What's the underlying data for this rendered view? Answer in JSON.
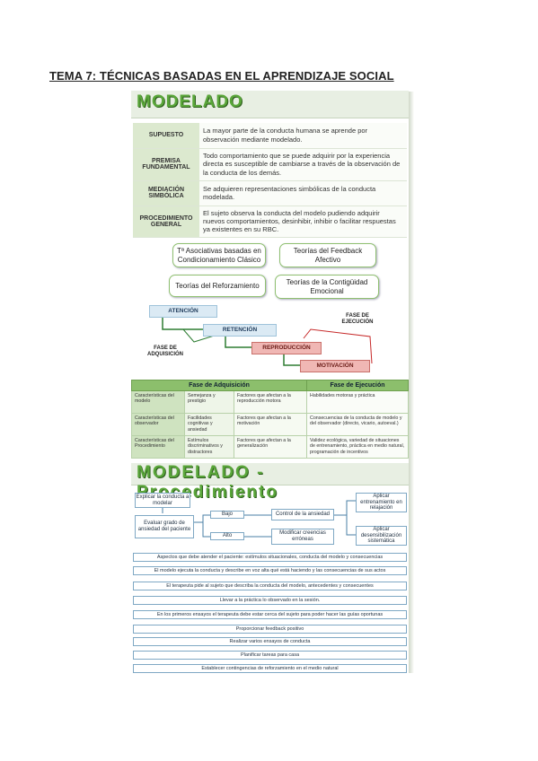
{
  "page_title": "TEMA 7: TÉCNICAS BASADAS EN EL APRENDIZAJE SOCIAL",
  "modelado": {
    "title": "MODELADO",
    "rows": [
      {
        "key": "SUPUESTO",
        "value": "La mayor parte de la conducta humana se aprende por observación mediante modelado."
      },
      {
        "key": "PREMISA FUNDAMENTAL",
        "value": "Todo comportamiento que se puede adquirir por la experiencia directa es susceptible de cambiarse a través de la observación de la conducta de los demás."
      },
      {
        "key": "MEDIACIÓN SIMBÓLICA",
        "value": "Se adquieren representaciones simbólicas de la conducta modelada."
      },
      {
        "key": "PROCEDIMIENTO GENERAL",
        "value": "El sujeto observa la conducta del modelo pudiendo adquirir nuevos comportamientos, desinhibir, inhibir o facilitar respuestas ya existentes en su RBC."
      }
    ]
  },
  "teorias": [
    "Tª Asociativas basadas en Condicionamiento Clásico",
    "Teorías del Feedback Afectivo",
    "Teorías del Reforzamiento",
    "Teorías de la Contigüidad Emocional"
  ],
  "fases": {
    "atencion": "ATENCIÓN",
    "retencion": "RETENCIÓN",
    "reproduccion": "REPRODUCCIÓN",
    "motivacion": "MOTIVACIÓN",
    "fase_adquisicion": "FASE DE ADQUISICIÓN",
    "fase_ejecucion": "FASE DE EJECUCIÓN"
  },
  "tabla_fases": {
    "headers": [
      "Fase de Adquisición",
      "Fase de Ejecución"
    ],
    "rows": [
      {
        "label": "Características del modelo",
        "a": "Semejanza y prestigio",
        "b": "Factores que afectan a la reproducción motora",
        "c": "Habilidades motoras y práctica"
      },
      {
        "label": "Características del observador",
        "a": "Facilidades cognitivas y ansiedad",
        "b": "Factores que afectan a la motivación",
        "c": "Consecuencias de la conducta de modelo y del observador (directo, vicario, autoeval.)"
      },
      {
        "label": "Características del Procedimiento",
        "a": "Estímulos discriminativos y distractores",
        "b": "Factores que afectan a la generalización",
        "c": "Validez ecológica, variedad de situaciones de entrenamiento, práctica en medio natural, programación de incentivos"
      }
    ]
  },
  "procedimiento": {
    "title": "MODELADO - Procedimiento",
    "explicar": "Explicar la conducta a modelar",
    "evaluar": "Evaluar grado de ansiedad del paciente",
    "bajo": "Bajo",
    "alto": "Alto",
    "control": "Control de la ansiedad",
    "modificar": "Modificar creencias erróneas",
    "aplicar1": "Aplicar entrenamiento en relajación",
    "aplicar2": "Aplicar desensibilización sistemática",
    "steps": [
      "Aspectos que debe atender el paciente: estímulos situacionales, conducta del modelo y consecuencias",
      "El modelo ejecuta la conducta y describe en voz alta qué está haciendo y las consecuencias de sus actos",
      "El terapeuta pide al sujeto que describa la conducta del modelo, antecedentes y consecuentes",
      "Llevar a la práctica lo observado en la sesión.",
      "En los primeros ensayos el terapeuta debe estar cerca del sujeto para poder hacer las guías oportunas",
      "Proporcionar feedback positivo",
      "Realizar varios ensayos de conducta",
      "Planificar tareas para casa",
      "Establecer contingencias de reforzamiento en el medio natural"
    ]
  }
}
